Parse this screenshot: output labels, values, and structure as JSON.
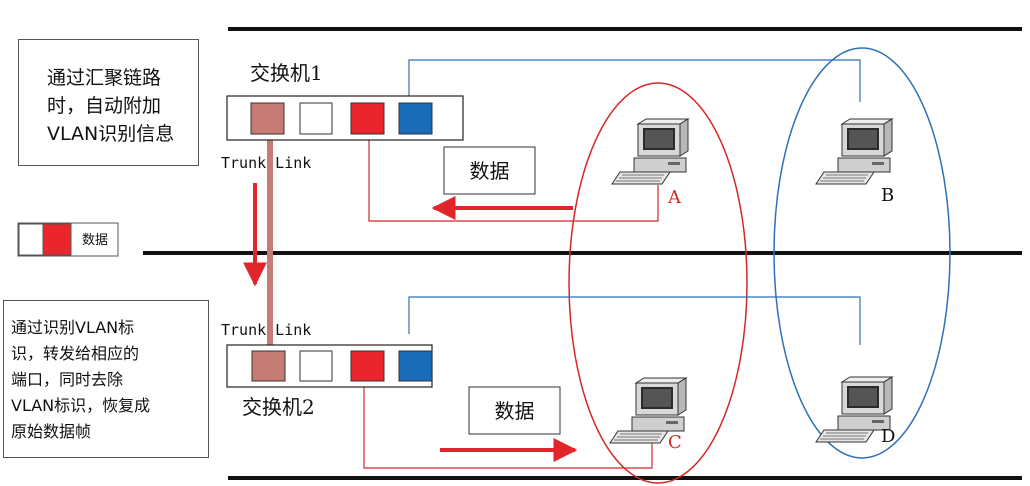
{
  "notes": {
    "top_left": "通过汇聚链路\n时，自动附加\nVLAN识别信息",
    "bottom_left": "通过识别VLAN标\n识，转发给相应的\n端口，同时去除\nVLAN标识，恢复成\n原始数据帧"
  },
  "switches": [
    {
      "id": "switch-1",
      "label": "交换机1",
      "trunk_label": "Trunk Link"
    },
    {
      "id": "switch-2",
      "label": "交换机2",
      "trunk_label": "Trunk Link"
    }
  ],
  "legend": {
    "label": "数据"
  },
  "data_boxes": {
    "top": "数据",
    "bottom": "数据"
  },
  "computers": {
    "a": "A",
    "b": "B",
    "c": "C",
    "d": "D"
  },
  "colors": {
    "vlan_tag": "#c77b75",
    "red_vlan": "#e8262b",
    "blue_vlan": "#1b6cb8",
    "red_link": "#d42828",
    "blue_link": "#2f71b8",
    "arrow": "#e0262b",
    "rule": "#111111"
  }
}
